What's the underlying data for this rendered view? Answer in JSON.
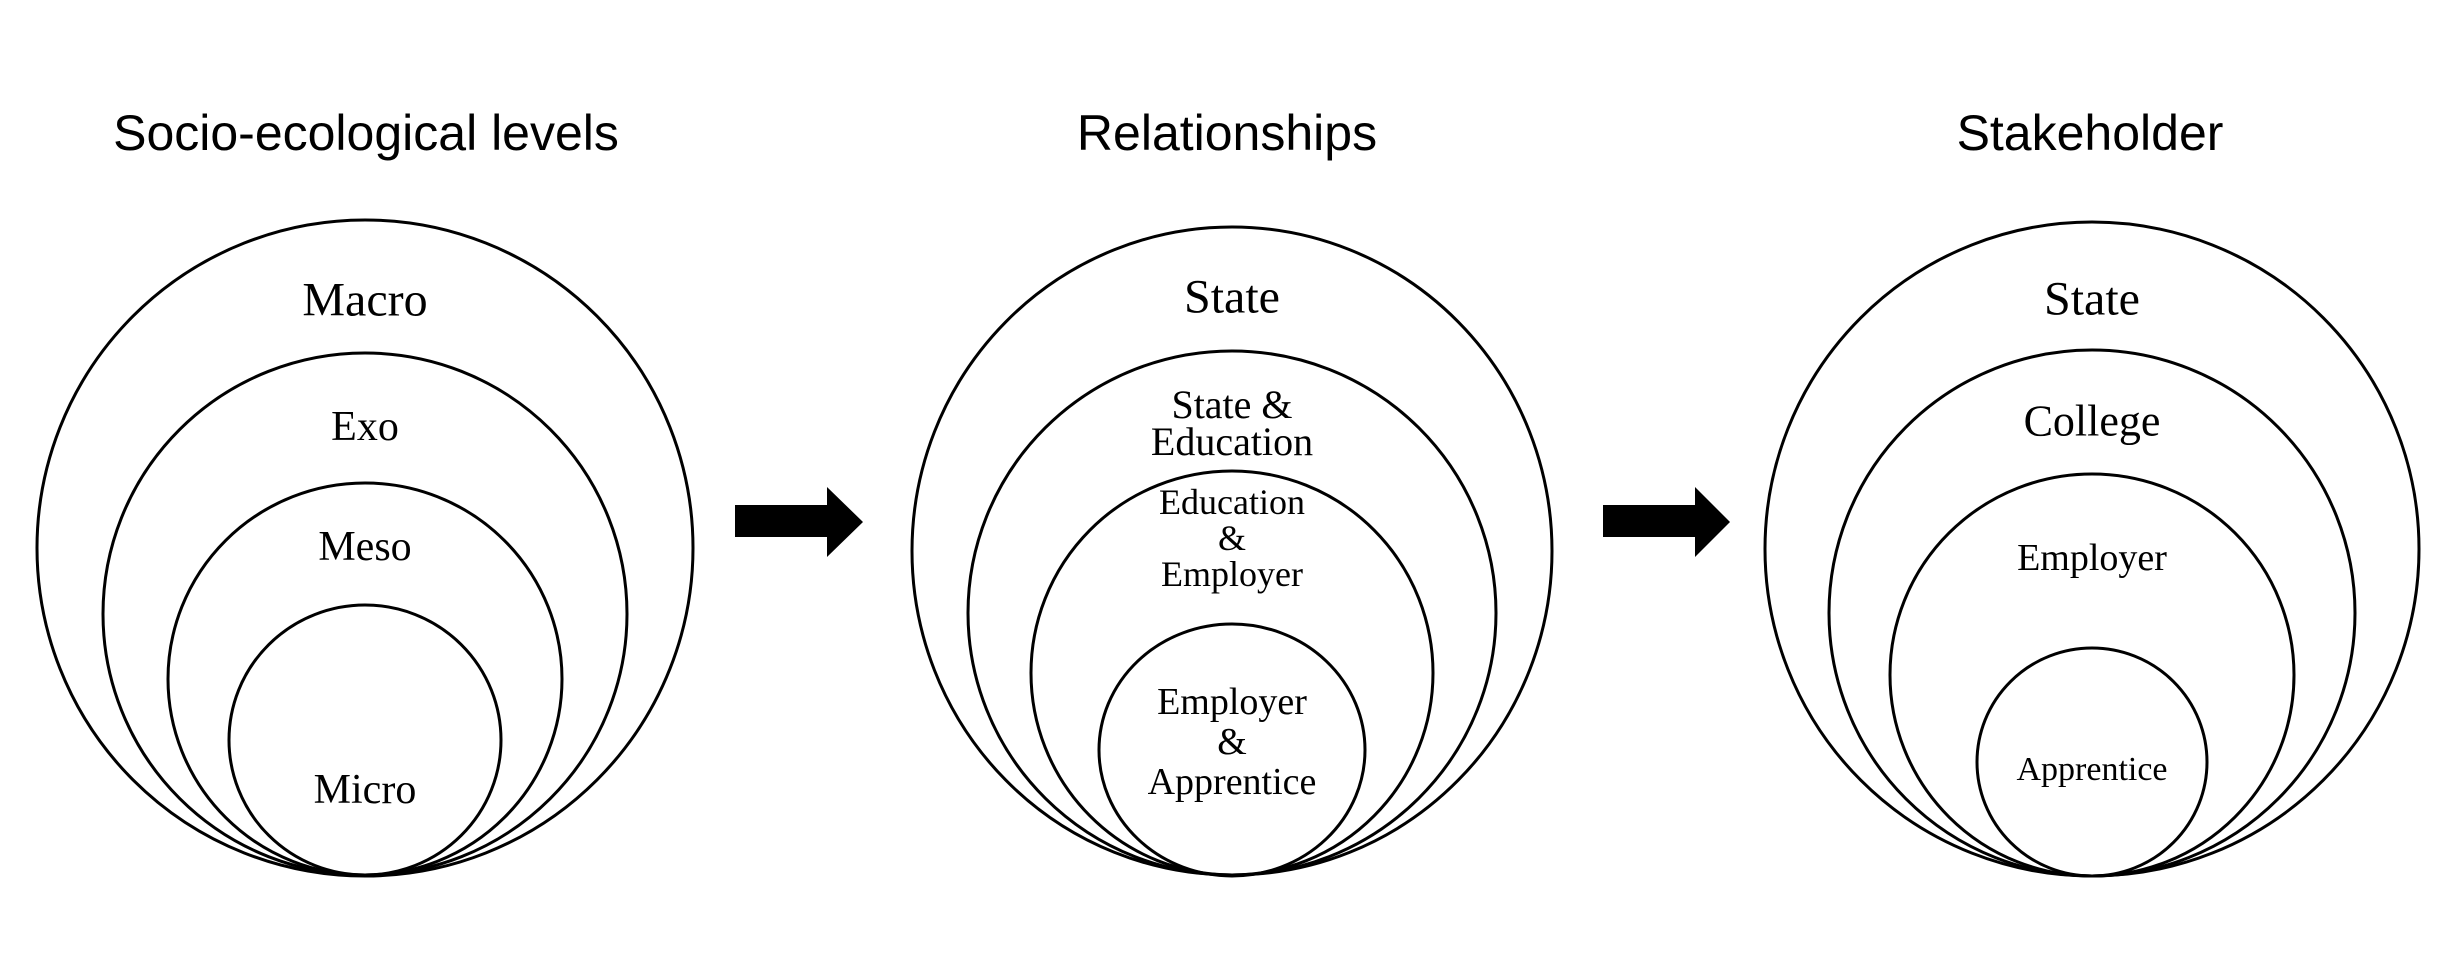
{
  "figure": {
    "background_color": "#ffffff",
    "ink_color": "#000000",
    "columns": [
      {
        "title": "Socio-ecological levels",
        "rings": [
          {
            "lines": [
              "Macro"
            ]
          },
          {
            "lines": [
              "Exo"
            ]
          },
          {
            "lines": [
              "Meso"
            ]
          },
          {
            "lines": [
              "Micro"
            ]
          }
        ]
      },
      {
        "title": "Relationships",
        "rings": [
          {
            "lines": [
              "State"
            ]
          },
          {
            "lines": [
              "State &",
              "Education"
            ]
          },
          {
            "lines": [
              "Education",
              "&",
              "Employer"
            ]
          },
          {
            "lines": [
              "Employer",
              "&",
              "Apprentice"
            ]
          }
        ]
      },
      {
        "title": "Stakeholder",
        "rings": [
          {
            "lines": [
              "State"
            ]
          },
          {
            "lines": [
              "College"
            ]
          },
          {
            "lines": [
              "Employer"
            ]
          },
          {
            "lines": [
              "Apprentice"
            ]
          }
        ]
      }
    ],
    "arrows": [
      {
        "name": "arrow-between-col1-col2",
        "direction": "right"
      },
      {
        "name": "arrow-between-col2-col3",
        "direction": "right"
      }
    ]
  }
}
